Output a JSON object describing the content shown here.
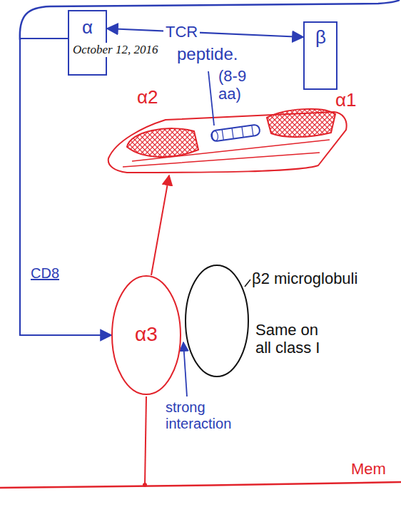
{
  "diagram": {
    "nodes": [
      {
        "text": [
          "α"
        ]
      },
      {
        "text": [
          "β"
        ]
      },
      {
        "text": [
          "α3"
        ]
      },
      {
        "text": [
          "β2 microglobuli",
          "Same on all class I"
        ]
      }
    ],
    "edges": [
      {
        "from": 0,
        "to": 1,
        "label": "TCR",
        "arrow": "both"
      },
      {
        "from": 0,
        "to": 2,
        "label": "CD8",
        "arrow": "to"
      }
    ],
    "labels": [
      "October 12, 2016",
      "peptide.",
      "(8-9 aa)",
      "α2",
      "α1",
      "strong interaction",
      "Mem"
    ]
  }
}
